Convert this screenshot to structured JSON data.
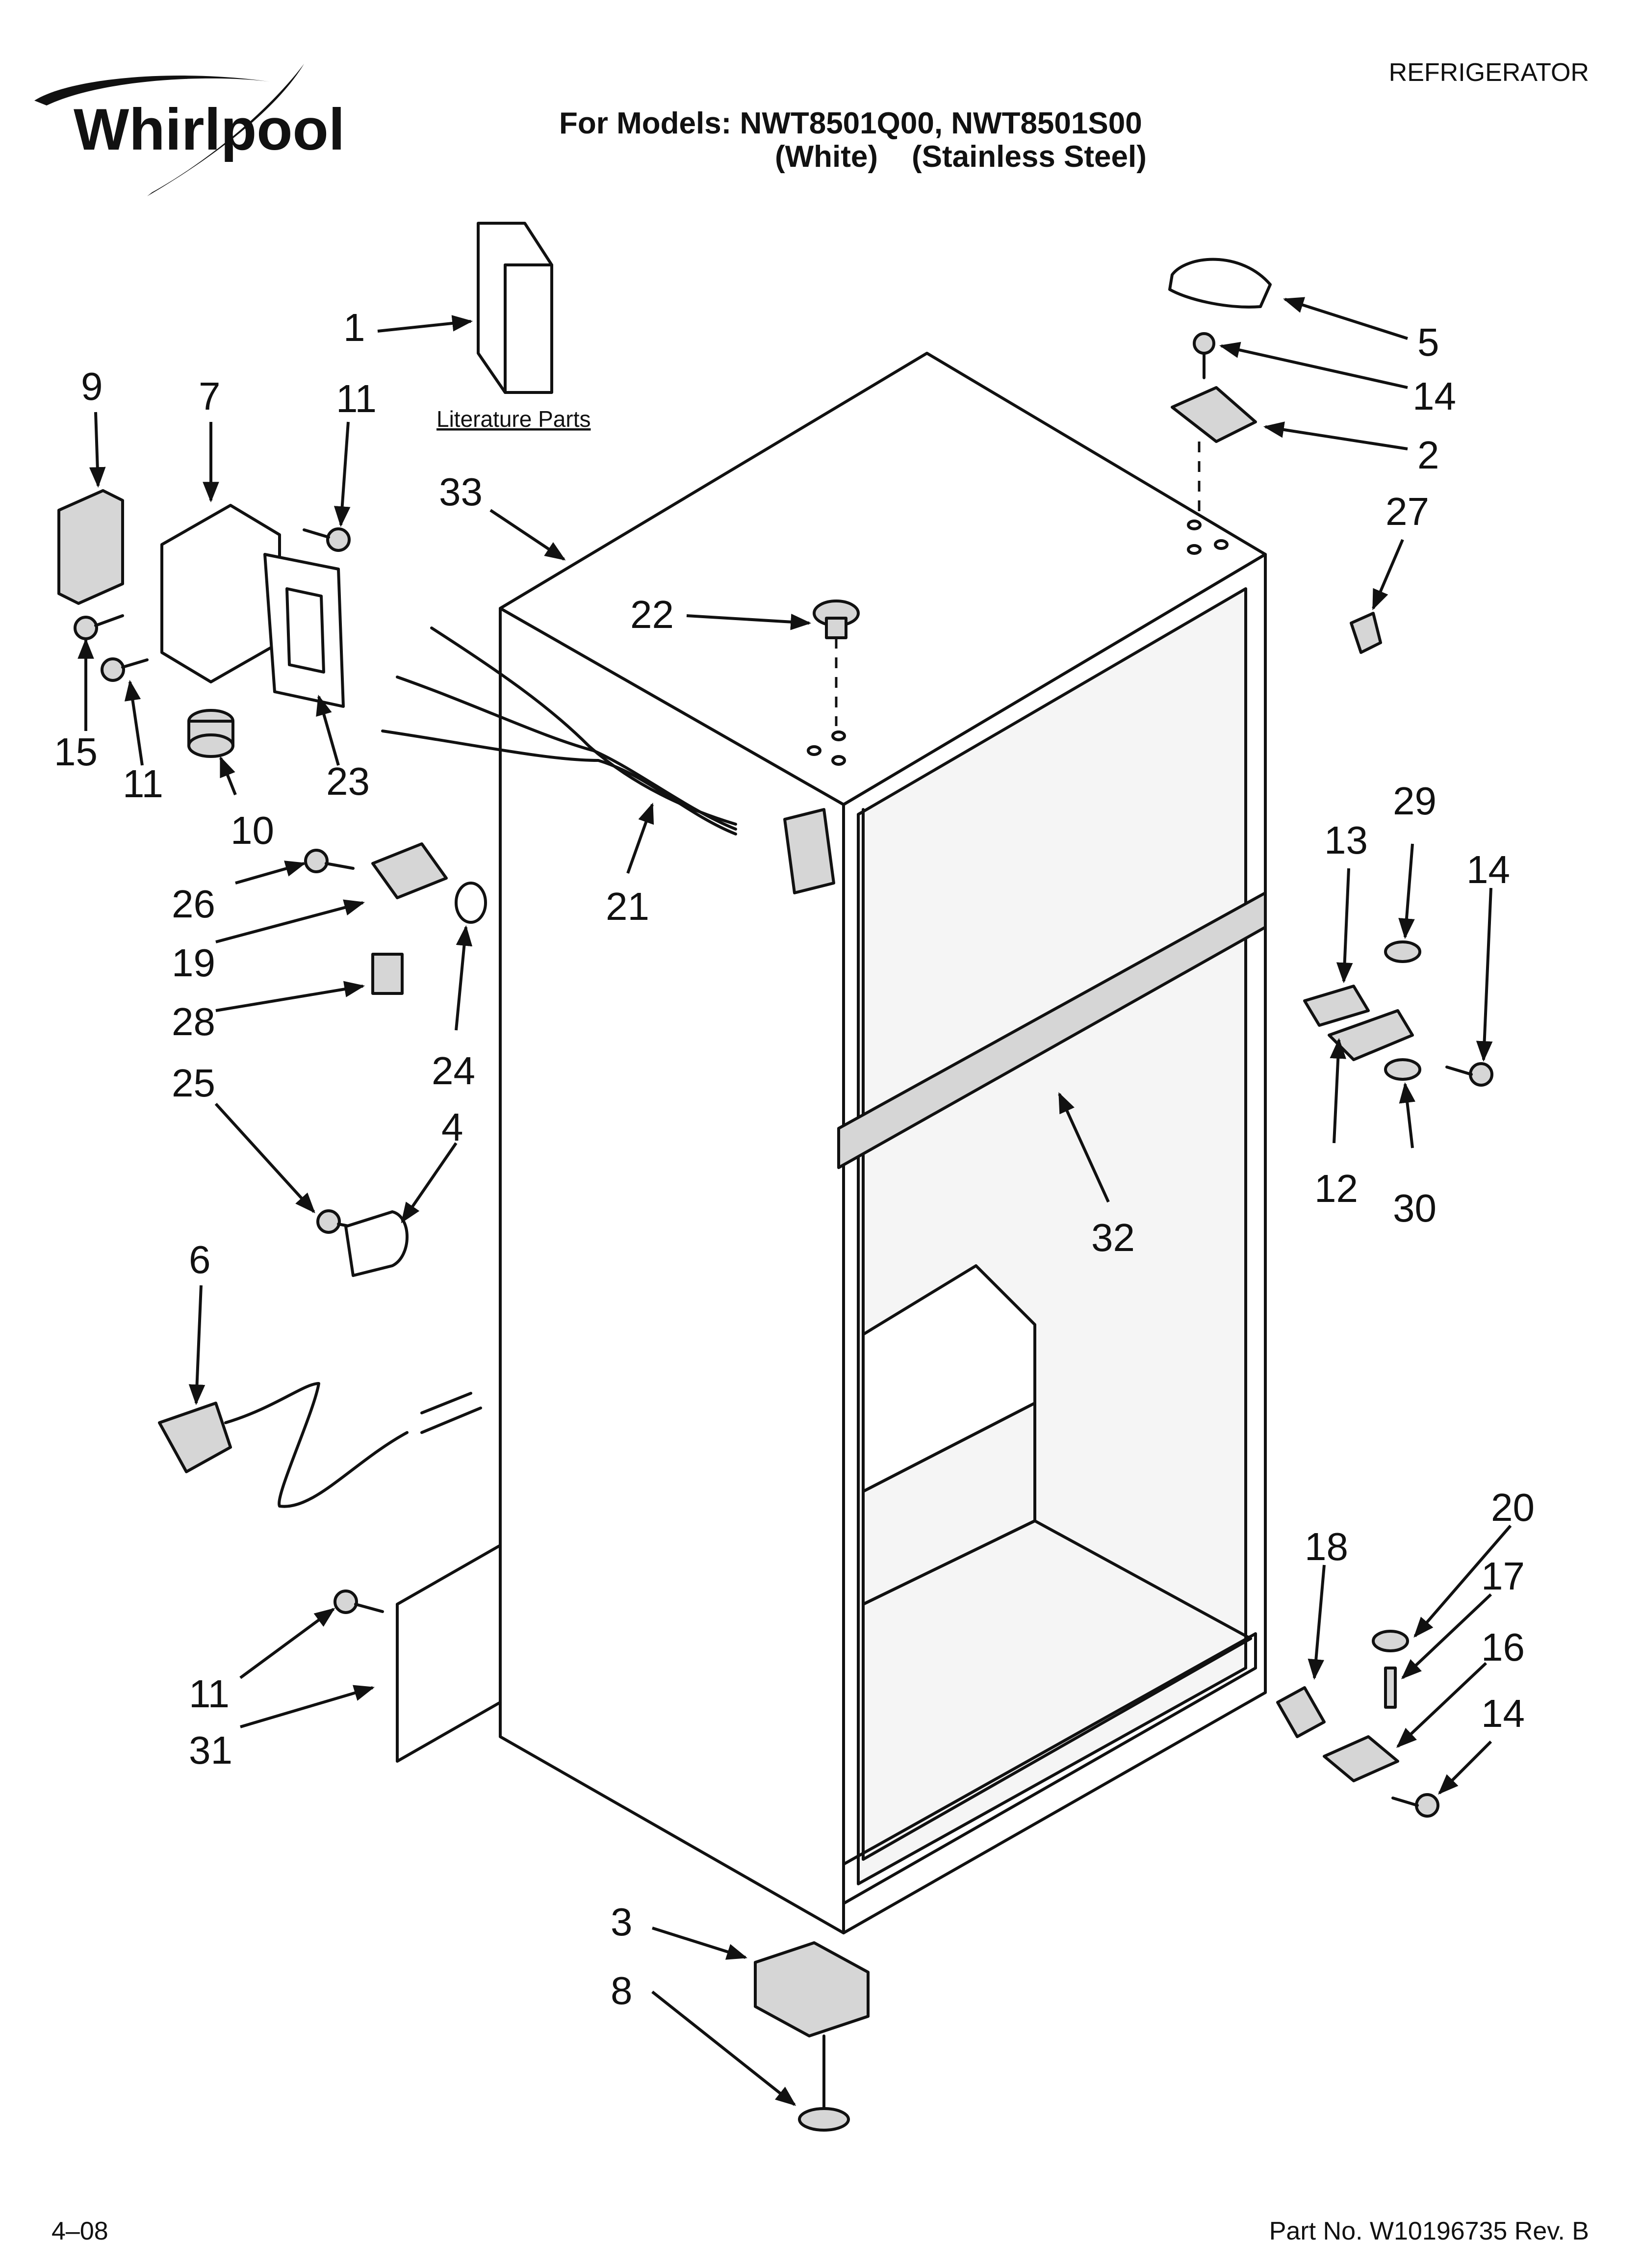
{
  "brand": "Whirlpool",
  "header": {
    "category": "REFRIGERATOR",
    "models_line": "For Models: NWT8501Q00, NWT8501S00",
    "variants_line": "(White)    (Stainless Steel)"
  },
  "literature_caption": "Literature Parts",
  "footer": {
    "date_code": "4–08",
    "part_number": "Part No. W10196735 Rev. B"
  },
  "callouts": {
    "c1": "1",
    "c2": "2",
    "c3": "3",
    "c4": "4",
    "c5": "5",
    "c6": "6",
    "c7": "7",
    "c8": "8",
    "c9": "9",
    "c10": "10",
    "c11a": "11",
    "c11b": "11",
    "c11c": "11",
    "c12": "12",
    "c13": "13",
    "c14a": "14",
    "c14b": "14",
    "c14c": "14",
    "c15": "15",
    "c16": "16",
    "c17": "17",
    "c18": "18",
    "c19": "19",
    "c20": "20",
    "c21": "21",
    "c22": "22",
    "c23": "23",
    "c24": "24",
    "c25": "25",
    "c26": "26",
    "c27": "27",
    "c28": "28",
    "c29": "29",
    "c30": "30",
    "c31": "31",
    "c32": "32",
    "c33": "33"
  },
  "colors": {
    "ink": "#111111",
    "paper": "#ffffff",
    "part_fill": "#d6d6d6"
  }
}
